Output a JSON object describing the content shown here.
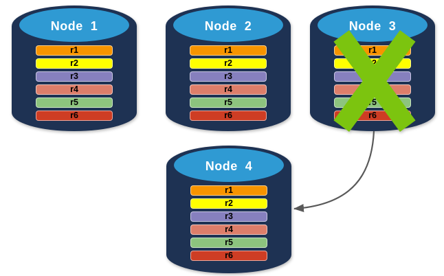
{
  "colors": {
    "background": "#FFFFFF",
    "cylinder_body": "#1E3253",
    "cylinder_cap": "#2F9AD3",
    "node_title_text": "#FFFFFF",
    "bar_label_text": "#000000",
    "x_mark": "#7CC40F",
    "arrow": "#595959"
  },
  "nodes": [
    {
      "title": "Node  1",
      "has_x_mark": false,
      "rows": [
        {
          "label": "r1",
          "color": "#F79400"
        },
        {
          "label": "r2",
          "color": "#FFFF00"
        },
        {
          "label": "r3",
          "color": "#8680BE"
        },
        {
          "label": "r4",
          "color": "#DD7E6A"
        },
        {
          "label": "r5",
          "color": "#8DC47E"
        },
        {
          "label": "r6",
          "color": "#CE3D24"
        }
      ]
    },
    {
      "title": "Node  2",
      "has_x_mark": false,
      "rows": [
        {
          "label": "r1",
          "color": "#F79400"
        },
        {
          "label": "r2",
          "color": "#FFFF00"
        },
        {
          "label": "r3",
          "color": "#8680BE"
        },
        {
          "label": "r4",
          "color": "#DD7E6A"
        },
        {
          "label": "r5",
          "color": "#8DC47E"
        },
        {
          "label": "r6",
          "color": "#CE3D24"
        }
      ]
    },
    {
      "title": "Node  3",
      "has_x_mark": true,
      "rows": [
        {
          "label": "r1",
          "color": "#F79400"
        },
        {
          "label": "r2",
          "color": "#FFFF00"
        },
        {
          "label": "r3",
          "color": "#8680BE"
        },
        {
          "label": "r4",
          "color": "#DD7E6A"
        },
        {
          "label": "r5",
          "color": "#8DC47E"
        },
        {
          "label": "r6",
          "color": "#CE3D24"
        }
      ]
    },
    {
      "title": "Node  4",
      "has_x_mark": false,
      "rows": [
        {
          "label": "r1",
          "color": "#F79400"
        },
        {
          "label": "r2",
          "color": "#FFFF00"
        },
        {
          "label": "r3",
          "color": "#8680BE"
        },
        {
          "label": "r4",
          "color": "#DD7E6A"
        },
        {
          "label": "r5",
          "color": "#8DC47E"
        },
        {
          "label": "r6",
          "color": "#CE3D24"
        }
      ]
    }
  ]
}
